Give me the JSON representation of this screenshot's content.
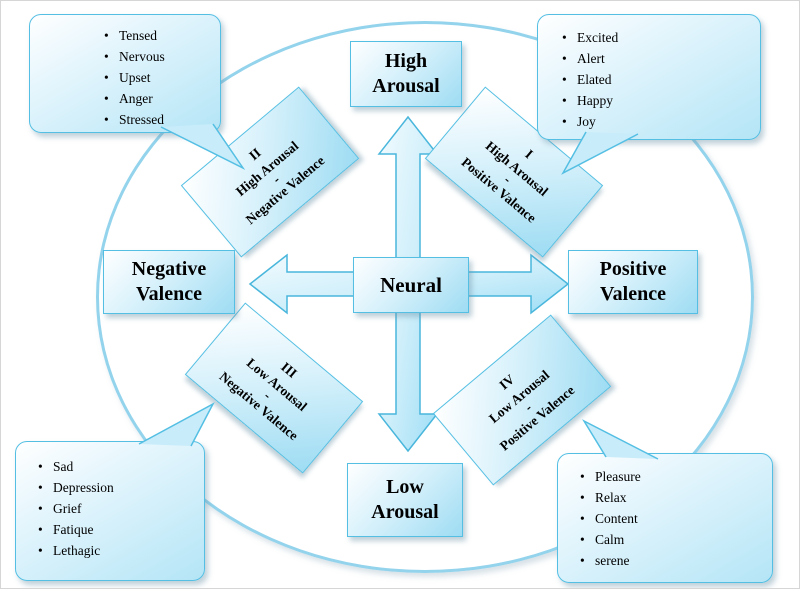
{
  "diagram": {
    "title": "Valence-Arousal emotion circumplex",
    "center": {
      "label": "Neural"
    },
    "axes": {
      "top": {
        "line1": "High",
        "line2": "Arousal"
      },
      "bottom": {
        "line1": "Low",
        "line2": "Arousal"
      },
      "left": {
        "line1": "Negative",
        "line2": "Valence"
      },
      "right": {
        "line1": "Positive",
        "line2": "Valence"
      }
    },
    "quadrants": {
      "q1": {
        "numeral": "I",
        "arousal": "High Arousal",
        "separator": "-",
        "valence": "Positive Valence"
      },
      "q2": {
        "numeral": "II",
        "arousal": "High Arousal",
        "separator": "-",
        "valence": "Negative Valence"
      },
      "q3": {
        "numeral": "III",
        "arousal": "Low Arousal",
        "separator": "-",
        "valence": "Negative Valence"
      },
      "q4": {
        "numeral": "IV",
        "arousal": "Low Arousal",
        "separator": "-",
        "valence": "Positive Valence"
      }
    },
    "callouts": {
      "top_left": {
        "items": [
          "Tensed",
          "Nervous",
          "Upset",
          "Anger",
          "Stressed"
        ]
      },
      "top_right": {
        "items": [
          "Excited",
          "Alert",
          "Elated",
          "Happy",
          "Joy"
        ]
      },
      "bottom_left": {
        "items": [
          "Sad",
          "Depression",
          "Grief",
          "Fatique",
          "Lethagic"
        ]
      },
      "bottom_right": {
        "items": [
          "Pleasure",
          "Relax",
          "Content",
          "Calm",
          "serene"
        ]
      }
    },
    "colors": {
      "box_border": "#54bfe3",
      "box_fill_light": "#ffffff",
      "box_fill_dark": "#9edcf3",
      "circle_stroke": "#93d3ec",
      "arrow_fill_light": "#eef9fe",
      "arrow_fill_dark": "#9edef6",
      "arrow_stroke": "#49b6dc"
    }
  }
}
